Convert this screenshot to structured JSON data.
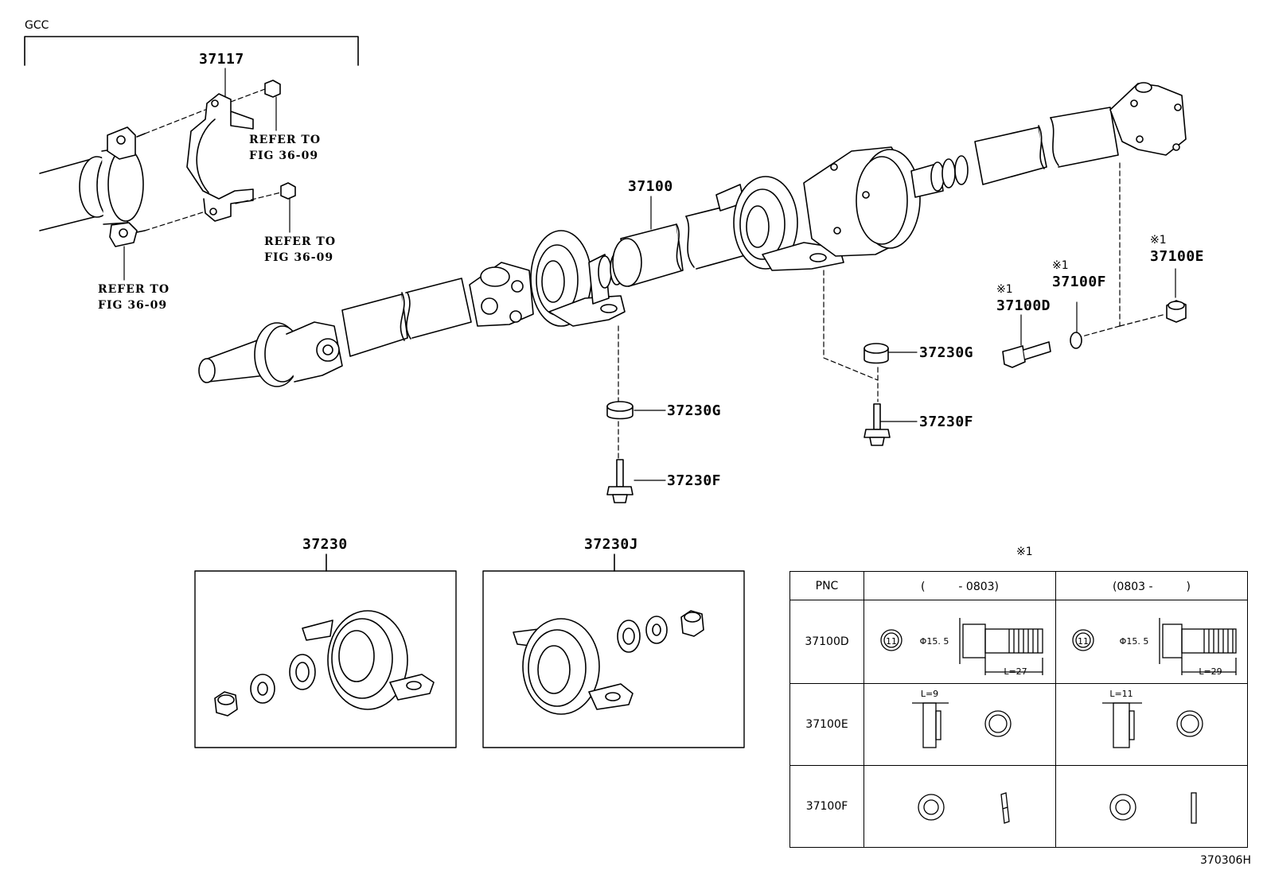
{
  "header": {
    "gcc_label": "GCC"
  },
  "callouts": {
    "p37117": "37117",
    "p37100": "37100",
    "p37230g_left": "37230G",
    "p37230f_left": "37230F",
    "p37230g_right": "37230G",
    "p37230f_right": "37230F",
    "p37100d": "37100D",
    "p37100f": "37100F",
    "p37100e": "37100E",
    "mark_d": "※1",
    "mark_f": "※1",
    "mark_e": "※1"
  },
  "references": {
    "ref1_line1": "REFER TO",
    "ref1_line2": "FIG 36-09",
    "ref2_line1": "REFER TO",
    "ref2_line2": "FIG 36-09",
    "ref3_line1": "REFER TO",
    "ref3_line2": "FIG 36-09"
  },
  "kits": {
    "kit1_label": "37230",
    "kit2_label": "37230J"
  },
  "spec_table": {
    "note_mark": "※1",
    "header": {
      "pnc": "PNC",
      "col1": "(　　　- 0803)",
      "col2": "(0803 -　　　)"
    },
    "rows": [
      {
        "pnc": "37100D",
        "col1_size": "11",
        "col1_dia": "Φ15. 5",
        "col1_len": "L=27",
        "col2_size": "11",
        "col2_dia": "Φ15. 5",
        "col2_len": "L=29"
      },
      {
        "pnc": "37100E",
        "col1_len": "L=9",
        "col2_len": "L=11"
      },
      {
        "pnc": "37100F"
      }
    ]
  },
  "figure_code": "370306H"
}
